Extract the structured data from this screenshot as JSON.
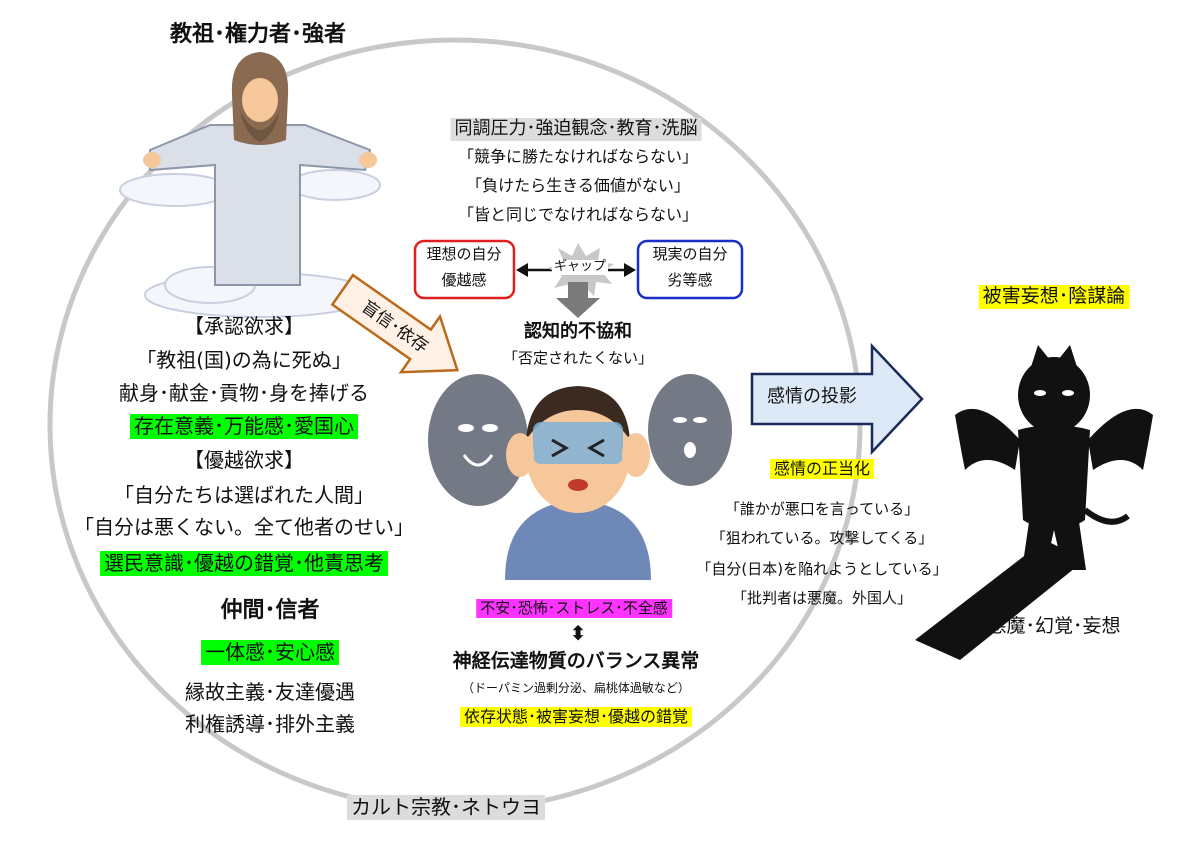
{
  "colors": {
    "green": "#00ff00",
    "yellow": "#ffff00",
    "magenta": "#ff33ff",
    "gray": "#dcdcdc",
    "red": "#e02020",
    "blue": "#1a2fc8",
    "arrow_fill": "#dde9f6",
    "circle": "#c8c8c8"
  },
  "guru": {
    "title": "教祖･権力者･強者",
    "icon": "guru-figure-icon"
  },
  "top": {
    "pressure": "同調圧力･強迫観念･教育･洗脳",
    "quotes": [
      "「競争に勝たなければならない」",
      "「負けたら生きる価値がない」",
      "「皆と同じでなければならない」"
    ]
  },
  "ideal": {
    "line1": "理想の自分",
    "line2": "優越感"
  },
  "real": {
    "line1": "現実の自分",
    "line2": "劣等感"
  },
  "gap": "ギャップ",
  "dissonance": {
    "title": "認知的不協和",
    "sub": "「否定されたくない」"
  },
  "blind_arrow": "盲信･依存",
  "approval": {
    "title": "【承認欲求】",
    "lines": [
      "「教祖(国)の為に死ぬ」",
      "献身･献金･貢物･身を捧げる"
    ],
    "highlight": "存在意義･万能感･愛国心"
  },
  "superiority": {
    "title": "【優越欲求】",
    "lines": [
      "「自分たちは選ばれた人間」",
      "「自分は悪くない。全て他者のせい」"
    ],
    "highlight": "選民意識･優越の錯覚･他責思考"
  },
  "fellows": {
    "title": "仲間･信者",
    "highlight": "一体感･安心感",
    "lines": [
      "縁故主義･友達優遇",
      "利権誘導･排外主義"
    ]
  },
  "center": {
    "anxiety": "不安･恐怖･ストレス･不全感",
    "updown": "⬍",
    "neuro": "神経伝達物質のバランス異常",
    "neuro_sub": "（ドーパミン過剰分泌、扁桃体過敏など）",
    "dependency": "依存状態･被害妄想･優越の錯覚",
    "icon": "distressed-person-icon"
  },
  "projection": {
    "arrow": "感情の投影",
    "justify": "感情の正当化",
    "quotes": [
      "「誰かが悪口を言っている」",
      "「狙われている。攻撃してくる」",
      "「自分(日本)を陥れようとしている」",
      "「批判者は悪魔。外国人」"
    ]
  },
  "right": {
    "paranoia": "被害妄想･陰謀論",
    "devil": "悪魔･幻覚･妄想",
    "icon": "devil-silhouette-icon"
  },
  "bottom_label": "カルト宗教･ネトウヨ"
}
